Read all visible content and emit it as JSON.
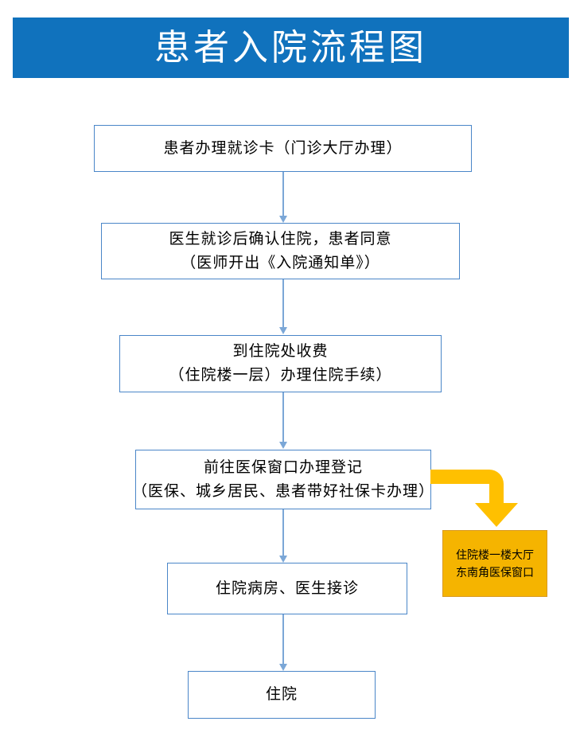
{
  "banner": {
    "title": "患者入院流程图",
    "background_color": "#1072BD",
    "text_color": "#FFFFFF"
  },
  "colors": {
    "banner_blue": "#1072BD",
    "box_border_blue": "#4A86C8",
    "connector_blue": "#7BA7D7",
    "note_orange": "#F5B400",
    "note_border_orange": "#D99A24",
    "arrow_orange": "#FFC000",
    "box_fill": "#FFFFFF",
    "text_black": "#000000"
  },
  "flow": {
    "nodes": [
      {
        "id": "node-1",
        "name": "patient-registration-card",
        "lines": [
          "患者办理就诊卡（门诊大厅办理）"
        ]
      },
      {
        "id": "node-2",
        "name": "doctor-confirms-admission",
        "lines": [
          "医生就诊后确认住院，患者同意",
          "（医师开出《入院通知单》）"
        ]
      },
      {
        "id": "node-3",
        "name": "inpatient-office-payment",
        "lines": [
          "到住院处收费",
          "（住院楼一层）办理住院手续）"
        ]
      },
      {
        "id": "node-4",
        "name": "medical-insurance-window-registration",
        "lines": [
          "前往医保窗口办理登记",
          "（医保、城乡居民、患者带好社保卡办理）"
        ]
      },
      {
        "id": "node-5",
        "name": "inpatient-ward-doctor-reception",
        "lines": [
          "住院病房、医生接诊"
        ]
      },
      {
        "id": "node-6",
        "name": "hospitalization",
        "lines": [
          "住院"
        ]
      }
    ],
    "note": {
      "name": "insurance-window-location-note",
      "lines": [
        "住院楼一楼大厅",
        "东南角医保窗口"
      ]
    },
    "connectors": [
      {
        "name": "connector-1-to-2"
      },
      {
        "name": "connector-2-to-3"
      },
      {
        "name": "connector-3-to-4"
      },
      {
        "name": "connector-4-to-5"
      },
      {
        "name": "connector-5-to-6"
      }
    ],
    "orange_arrow": {
      "name": "bent-arrow-to-note",
      "direction": "right-then-down"
    }
  }
}
